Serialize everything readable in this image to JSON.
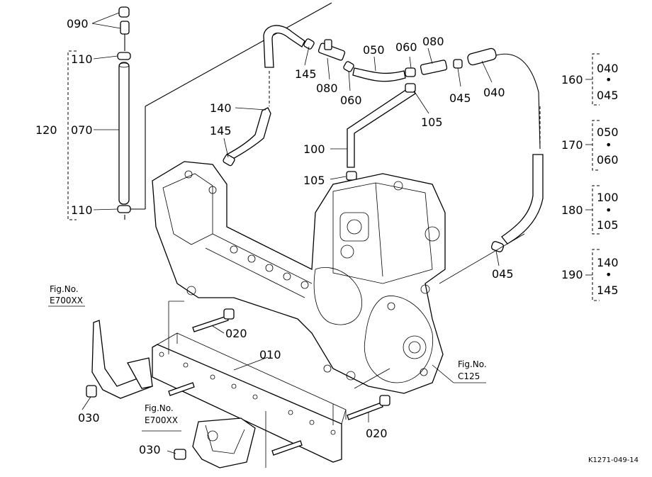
{
  "parts": {
    "p090": "090",
    "p110_top": "110",
    "p120": "120",
    "p070": "070",
    "p110_bot": "110",
    "p140": "140",
    "p145_left": "145",
    "p145_top": "145",
    "p080_mid": "080",
    "p060_mid": "060",
    "p050": "050",
    "p060_top": "060",
    "p080_top": "080",
    "p045_top": "045",
    "p040": "040",
    "p105_right": "105",
    "p100": "100",
    "p105_left": "105",
    "p045_right": "045",
    "p020_top": "020",
    "p010": "010",
    "p020_bot": "020",
    "p030_left": "030",
    "p030_bot": "030"
  },
  "sets": [
    {
      "label": "160",
      "a": "040",
      "b": "045"
    },
    {
      "label": "170",
      "a": "050",
      "b": "060"
    },
    {
      "label": "180",
      "a": "100",
      "b": "105"
    },
    {
      "label": "190",
      "a": "140",
      "b": "145"
    }
  ],
  "references": {
    "fig_left": {
      "title": "Fig.No.",
      "code": "E700XX"
    },
    "fig_bottom": {
      "title": "Fig.No.",
      "code": "E700XX"
    },
    "fig_right": {
      "title": "Fig.No.",
      "code": "C125"
    }
  },
  "diagram_code": "K1271-049-14"
}
